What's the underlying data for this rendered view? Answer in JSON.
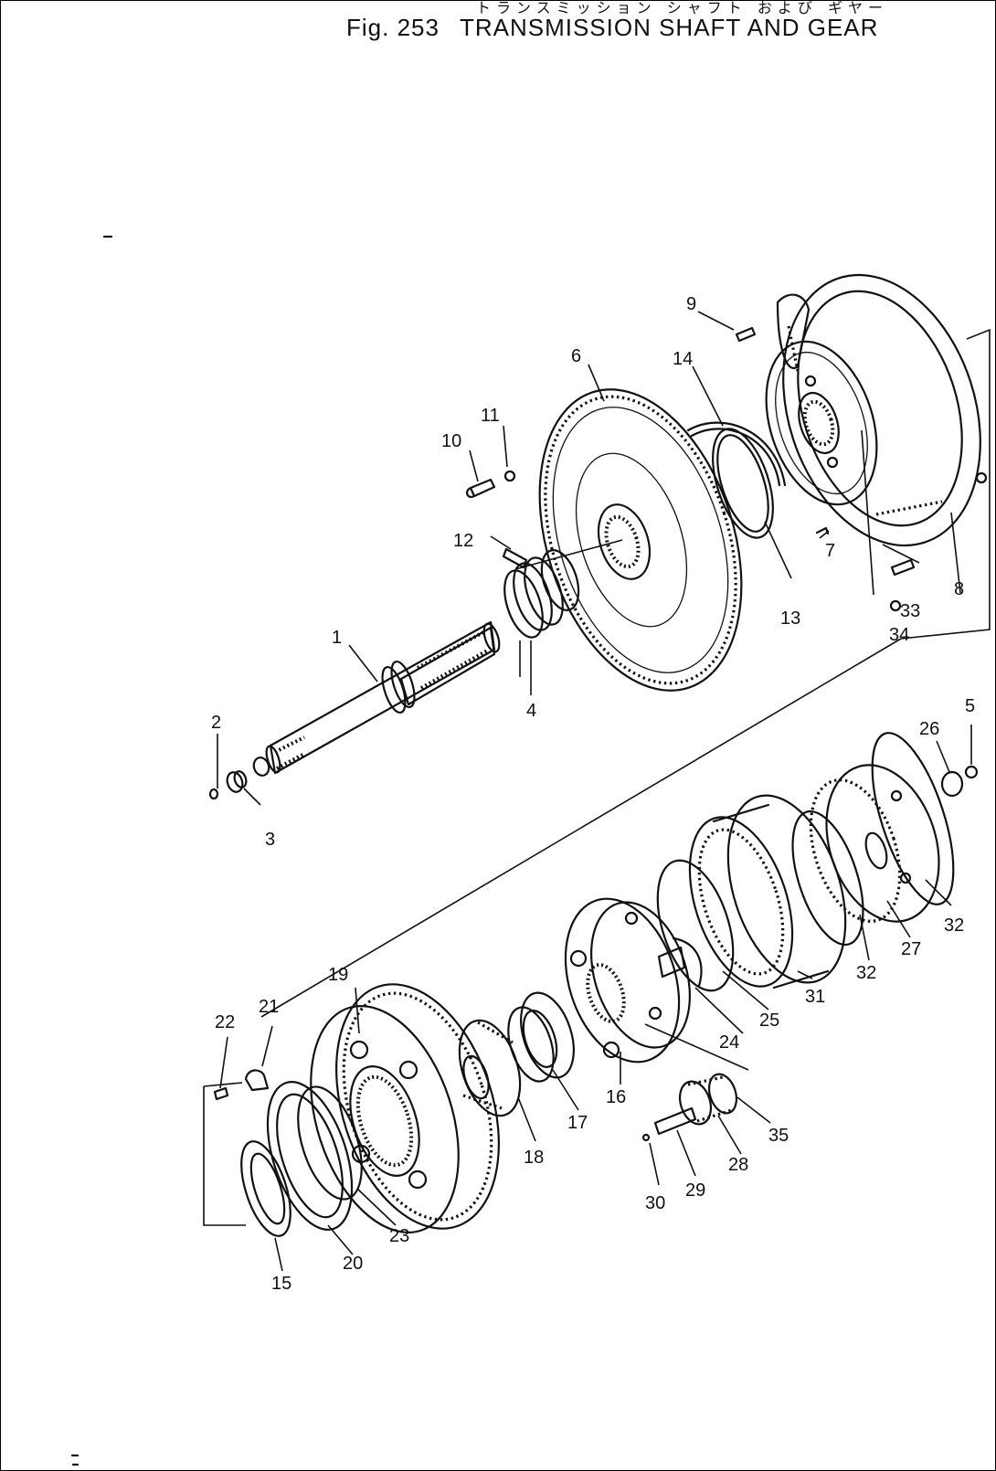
{
  "figure": {
    "number_label": "Fig. 253",
    "title_en": "TRANSMISSION SHAFT AND GEAR",
    "title_jp": "トランスミッション シャフト および ギヤー"
  },
  "callouts": [
    "1",
    "2",
    "3",
    "4",
    "5",
    "6",
    "7",
    "8",
    "9",
    "10",
    "11",
    "12",
    "13",
    "14",
    "15",
    "16",
    "17",
    "18",
    "19",
    "20",
    "21",
    "22",
    "23",
    "24",
    "25",
    "26",
    "27",
    "28",
    "29",
    "30",
    "31",
    "32",
    "32",
    "33",
    "34",
    "35"
  ]
}
